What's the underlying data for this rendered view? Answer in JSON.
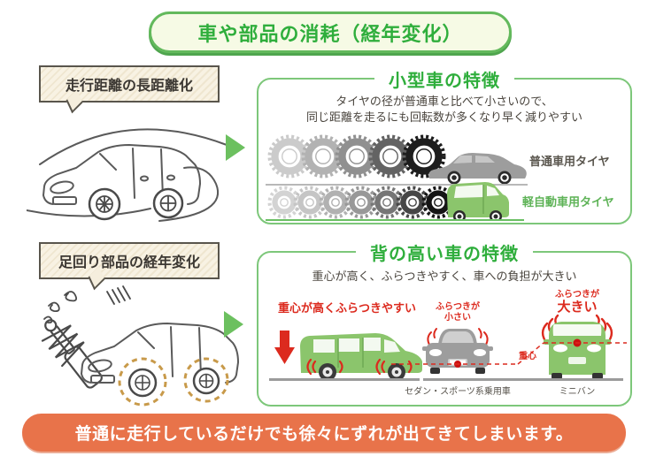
{
  "header": {
    "title": "車や部品の消耗（経年変化）"
  },
  "left": {
    "label_mileage": "走行距離の長距離化",
    "label_suspension": "足回り部品の経年変化"
  },
  "panel_small_car": {
    "title": "小型車の特徴",
    "desc_line1": "タイヤの径が普通車と比べて小さいので、",
    "desc_line2": "同じ距離を走るにも回転数が多くなり早く減りやすい",
    "tire_rows": [
      {
        "label": "普通車用タイヤ",
        "label_color": "#5a564e",
        "count": 5,
        "size": 50,
        "colors": [
          "#cbcbcb",
          "#b2b2b2",
          "#909090",
          "#636363",
          "#1d1d1d"
        ],
        "car": "sedan",
        "line_color": "#b8b8b8"
      },
      {
        "label": "軽自動車用タイヤ",
        "label_color": "#5eb357",
        "count": 7,
        "size": 38,
        "colors": [
          "#d3d3d3",
          "#c5c5c5",
          "#b1b1b1",
          "#989898",
          "#767676",
          "#464646",
          "#151515"
        ],
        "car": "kei",
        "line_color": "#6abf63"
      }
    ]
  },
  "panel_tall_car": {
    "title": "背の高い車の特徴",
    "desc": "重心が高く、ふらつきやすく、車への負担が大きい",
    "side_caption": "重心が高くふらつきやすい",
    "sedan": {
      "sway_line1": "ふらつきが",
      "sway_line2": "小さい",
      "label": "セダン・スポーツ系乗用車"
    },
    "minivan": {
      "sway_line1": "ふらつきが",
      "sway_line2": "大きい",
      "label": "ミニバン"
    },
    "center_of_gravity": "重心"
  },
  "footer": {
    "text": "普通に走行しているだけでも徐々にずれが出てきてしまいます。"
  },
  "colors": {
    "green_accent": "#2fae3c",
    "green_border": "#63b95c",
    "panel_border": "#7dc77a",
    "beige_fill": "#f8f2e3",
    "box_border": "#59554c",
    "text_dark": "#4a453e",
    "red_accent": "#dc2a1e",
    "orange_banner": "#e8734a",
    "gray_car": "#9d9d9d",
    "green_car": "#8bc56c"
  },
  "icons": {
    "arrow_right": "green-triangle",
    "down_arrow": "red-arrow",
    "sketch_car": "line-drawn-car",
    "shock_absorber": "coil-spring-strut"
  }
}
